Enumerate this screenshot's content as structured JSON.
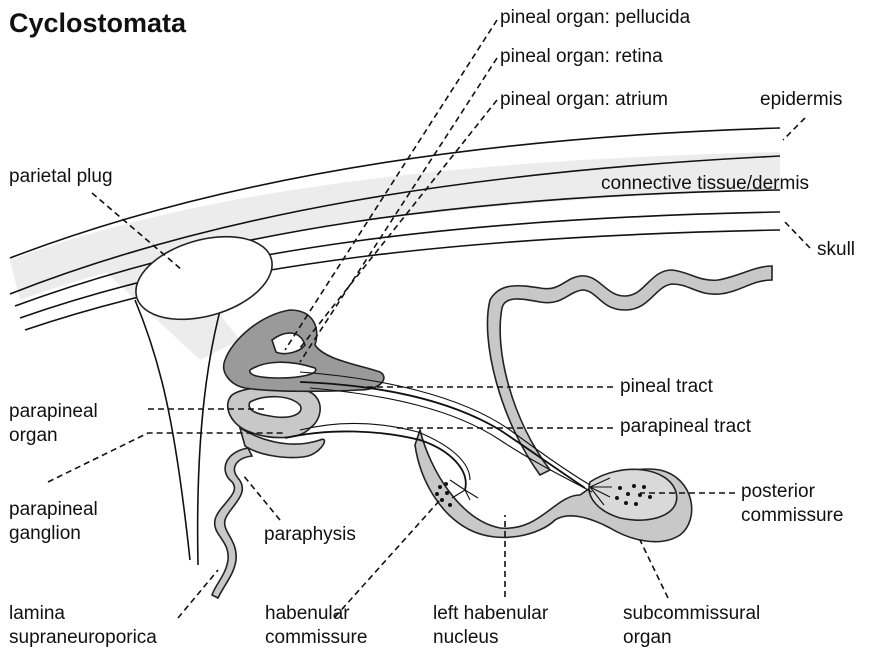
{
  "title": "Cyclostomata",
  "labels": {
    "pellucida": "pineal organ: pellucida",
    "retina": "pineal organ: retina",
    "atrium": "pineal organ: atrium",
    "epidermis": "epidermis",
    "dermis": "connective tissue/dermis",
    "skull": "skull",
    "parietal_plug": "parietal plug",
    "pineal_tract": "pineal tract",
    "parapineal_tract": "parapineal tract",
    "parapineal_organ_1": "parapineal",
    "parapineal_organ_2": "organ",
    "parapineal_ganglion_1": "parapineal",
    "parapineal_ganglion_2": "ganglion",
    "paraphysis": "paraphysis",
    "posterior_commissure_1": "posterior",
    "posterior_commissure_2": "commissure",
    "lamina_1": "lamina",
    "lamina_2": "supraneuroporica",
    "habenular_commissure_1": "habenular",
    "habenular_commissure_2": "commissure",
    "left_habenular_nucleus_1": "left habenular",
    "left_habenular_nucleus_2": "nucleus",
    "subcommissural_organ_1": "subcommissural",
    "subcommissural_organ_2": "organ"
  }
}
